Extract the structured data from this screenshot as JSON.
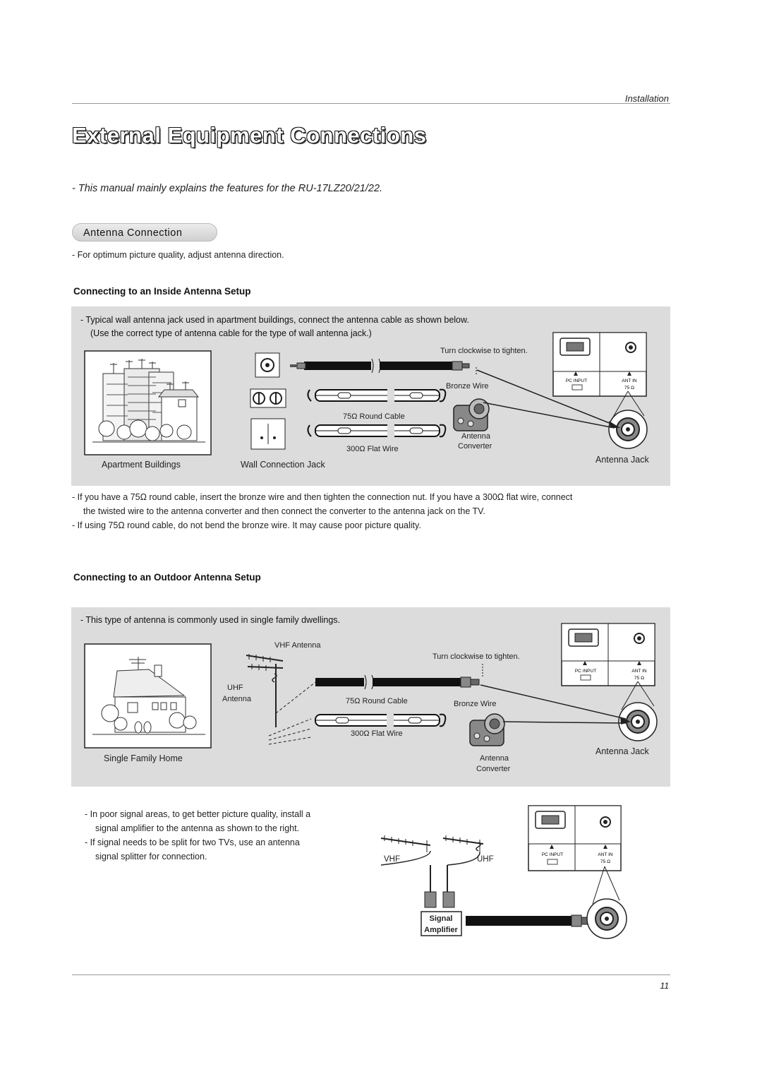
{
  "header": {
    "section": "Installation"
  },
  "title": "External Equipment Connections",
  "subtitle": "- This manual mainly explains the features for the RU-17LZ20/21/22.",
  "antenna_connection": {
    "label": "Antenna Connection",
    "note": "- For optimum picture quality, adjust antenna direction."
  },
  "inside": {
    "heading": "Connecting to an Inside Antenna Setup",
    "intro_1": "-  Typical wall antenna jack used in apartment buildings, connect the antenna cable as shown below.",
    "intro_2": "(Use the correct type of antenna cable for the type of wall antenna jack.)",
    "labels": {
      "turn": "Turn clockwise to tighten.",
      "bronze": "Bronze Wire",
      "round": "75Ω Round Cable",
      "flat": "300Ω Flat Wire",
      "antenna": "Antenna",
      "converter": "Converter",
      "apartment": "Apartment Buildings",
      "wall": "Wall Connection Jack",
      "jack": "Antenna Jack",
      "pc_input": "PC INPUT",
      "ant_in": "ANT IN",
      "ohm": "75 Ω"
    },
    "notes": [
      "- If you have a 75Ω round cable, insert the bronze wire and then tighten the connection nut. If you have a 300Ω flat wire, connect",
      "the twisted wire to the antenna converter and then connect the converter to the antenna jack on the TV.",
      "- If using 75Ω round cable, do not bend the bronze wire. It may cause poor picture quality."
    ]
  },
  "outdoor": {
    "heading": "Connecting to an Outdoor Antenna Setup",
    "intro": "-  This type of antenna is commonly used in single family dwellings.",
    "labels": {
      "vhf": "VHF Antenna",
      "uhf": "UHF",
      "uhf2": "Antenna",
      "turn": "Turn clockwise to tighten.",
      "round": "75Ω Round Cable",
      "bronze": "Bronze Wire",
      "flat": "300Ω Flat Wire",
      "home": "Single Family Home",
      "antenna": "Antenna",
      "converter": "Converter",
      "jack": "Antenna Jack"
    }
  },
  "amplifier": {
    "bullets": [
      "-   In poor signal areas, to get better picture quality, install a",
      "signal amplifier to the antenna as shown to the right.",
      "-   If signal needs to be split for two TVs, use an antenna",
      "signal splitter for connection."
    ],
    "vhf": "VHF",
    "uhf": "UHF",
    "signal": "Signal",
    "amp": "Amplifier"
  },
  "page_number": "11"
}
